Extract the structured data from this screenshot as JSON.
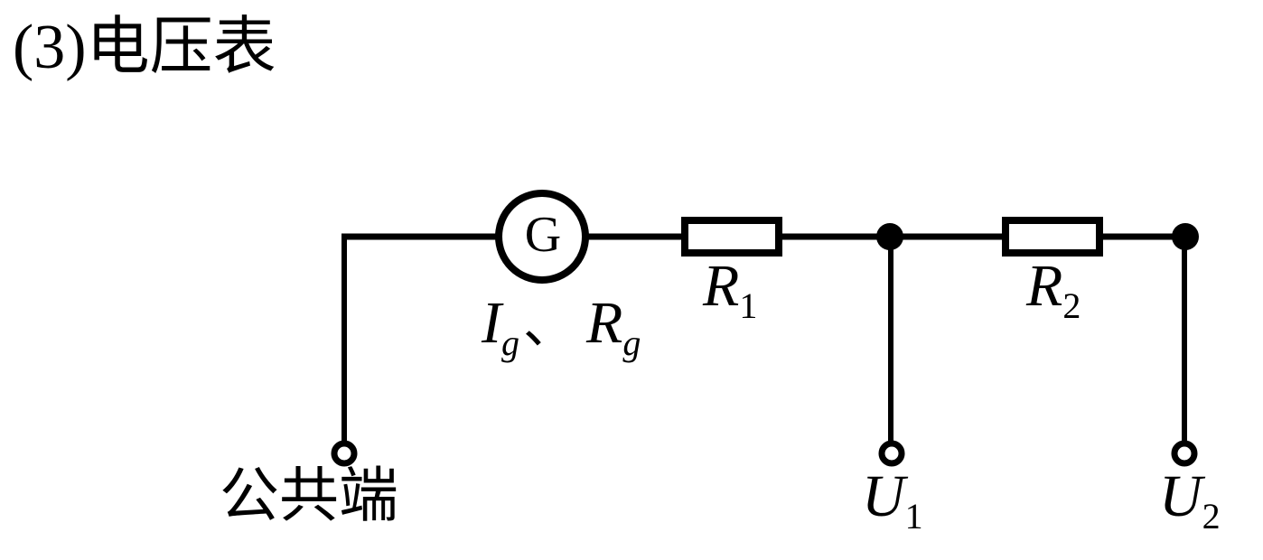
{
  "title": "(3)电压表",
  "colors": {
    "ink": "#000000",
    "background": "#ffffff"
  },
  "circuit": {
    "galvanometer": {
      "symbol": "G"
    },
    "meter_label": {
      "current_base": "I",
      "current_sub": "g",
      "separator": "、",
      "resistance_base": "R",
      "resistance_sub": "g"
    },
    "resistors": [
      {
        "base": "R",
        "sub": "1"
      },
      {
        "base": "R",
        "sub": "2"
      }
    ],
    "terminals": {
      "common": {
        "label": "公共端"
      },
      "u1": {
        "base": "U",
        "sub": "1"
      },
      "u2": {
        "base": "U",
        "sub": "2"
      }
    }
  }
}
